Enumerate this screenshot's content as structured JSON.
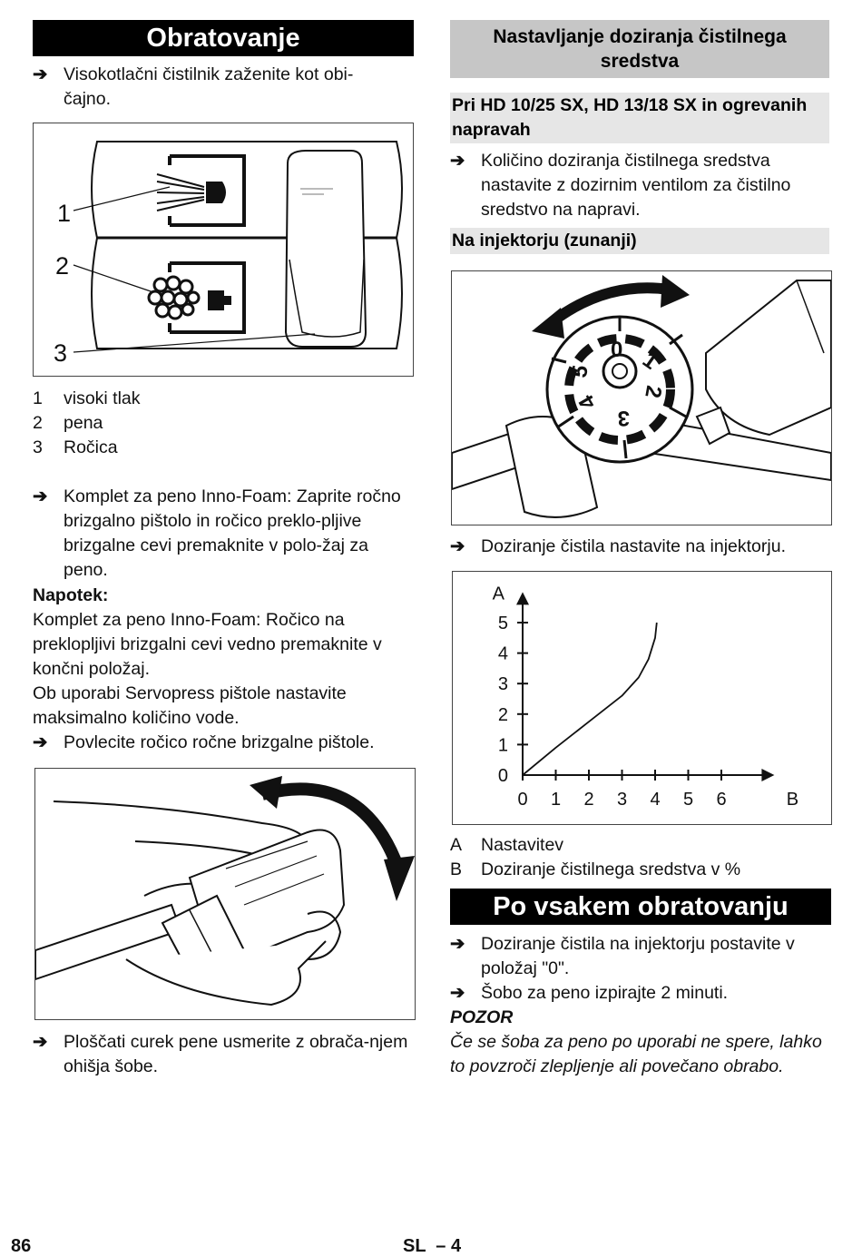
{
  "left": {
    "heading": "Obratovanje",
    "intro": "Visokotlačni čistilnik zaženite kot obi-\nčajno.",
    "figure1_labels": [
      "1",
      "2",
      "3"
    ],
    "legend": [
      {
        "num": "1",
        "text": "visoki tlak"
      },
      {
        "num": "2",
        "text": "pena"
      },
      {
        "num": "3",
        "text": "Ročica"
      }
    ],
    "step_foam": "Komplet za peno Inno-Foam: Zaprite ročno brizgalno pištolo in ročico preklo-pljive brizgalne cevi premaknite v polo-žaj za peno.",
    "note_title": "Napotek:",
    "note_text": "Komplet za peno Inno-Foam: Ročico na preklopljivi brizgalni cevi vedno premaknite v končni položaj.",
    "note_text2": "Ob uporabi Servopress pištole nastavite maksimalno količino vode.",
    "step_pull": "Povlecite ročico ročne brizgalne pištole.",
    "step_flat": "Ploščati curek pene usmerite z obrača-njem ohišja šobe."
  },
  "right": {
    "heading": "Nastavljanje doziranja čistilnega sredstva",
    "sub1": "Pri HD 10/25 SX, HD 13/18 SX in ogrevanih napravah",
    "step_valve": "Količino doziranja čistilnega sredstva nastavite z dozirnim ventilom za čistilno sredstvo na napravi.",
    "sub2": "Na injektorju (zunanji)",
    "dial_labels": [
      "0",
      "1",
      "2",
      "3",
      "4",
      "5"
    ],
    "step_injector": "Doziranje čistila nastavite na injektorju.",
    "legend": [
      {
        "num": "A",
        "text": "Nastavitev"
      },
      {
        "num": "B",
        "text": "Doziranje čistilnega sredstva v %"
      }
    ],
    "heading2": "Po vsakem obratovanju",
    "step_zero": "Doziranje čistila na injektorju postavite v položaj \"0\".",
    "step_rinse": "Šobo za peno izpirajte 2 minuti.",
    "warning_title": "POZOR",
    "warning_text": "Če se šoba za peno po uporabi ne spere, lahko to povzroči zlepljenje ali povečano obrabo."
  },
  "chart_data": {
    "type": "line",
    "ylabel": "A",
    "xlabel": "B",
    "x_ticks": [
      "0",
      "1",
      "2",
      "3",
      "4",
      "5",
      "6"
    ],
    "y_ticks": [
      "0",
      "1",
      "2",
      "3",
      "4",
      "5"
    ],
    "xlim": [
      0,
      7.6
    ],
    "ylim": [
      0,
      6
    ],
    "series": [
      {
        "x": [
          0,
          1,
          2,
          3,
          3.5,
          3.8,
          4,
          4.05
        ],
        "y": [
          0,
          0.9,
          1.75,
          2.6,
          3.2,
          3.8,
          4.5,
          5.0
        ]
      }
    ]
  },
  "footer": {
    "page_number": "86",
    "section": "SL  – 4"
  },
  "arrow_symbol": "➔"
}
